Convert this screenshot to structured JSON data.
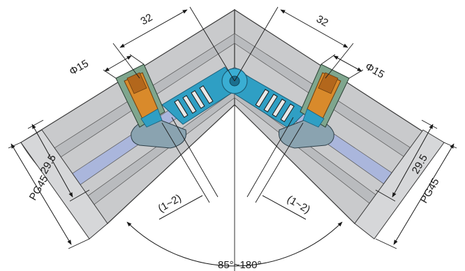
{
  "dimensions": {
    "left_length": "32",
    "right_length": "32",
    "left_diameter": "Φ15",
    "right_diameter": "Φ15",
    "left_height": "29.5",
    "right_height": "29.5",
    "left_profile": "PG45",
    "right_profile": "PG45",
    "left_gap": "(1~2)",
    "right_gap": "(1~2)",
    "angle_range": "85°~180°"
  },
  "colors": {
    "profile_face": "#cfd0d2",
    "profile_dark": "#a7a9ad",
    "profile_line": "#3a3a3a",
    "groove_blue": "#aab6dc",
    "connector_cyan": "#2f9fc4",
    "connector_dark": "#1c6f8f",
    "nut_green": "#7fa68e",
    "screw_orange": "#d98a2b",
    "screw_dark": "#b3671c",
    "foot_grey": "#8aa3b0"
  }
}
